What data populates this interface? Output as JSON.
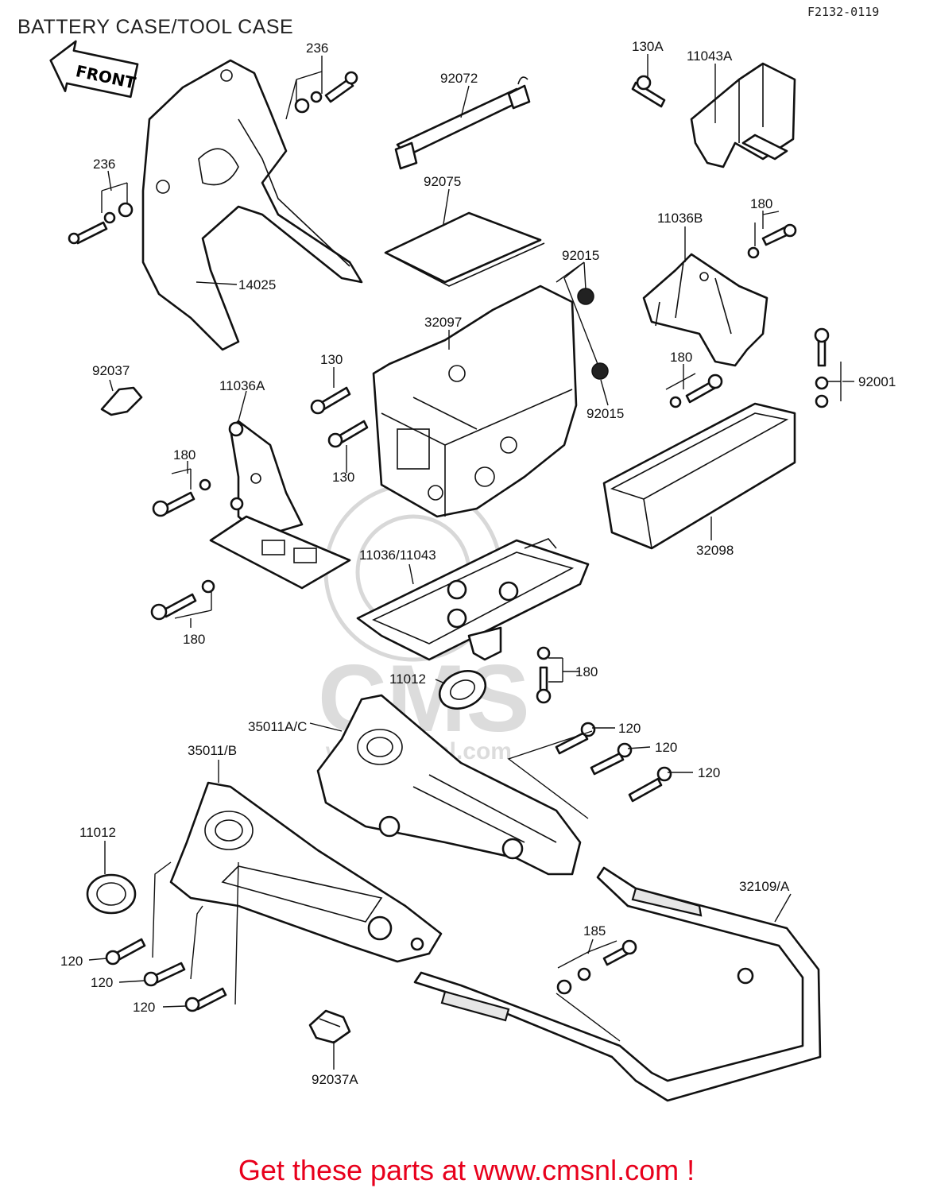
{
  "diagram": {
    "title": "BATTERY CASE/TOOL CASE",
    "figure_code": "F2132-0119",
    "front_arrow": "FRONT",
    "watermark": "CMS",
    "watermark_url": "www.cmsnl.com",
    "promo": "Get these parts at www.cmsnl.com !"
  },
  "parts": [
    {
      "id": "p236a",
      "num": "236"
    },
    {
      "id": "p236b",
      "num": "236"
    },
    {
      "id": "p14025",
      "num": "14025"
    },
    {
      "id": "p92072",
      "num": "92072"
    },
    {
      "id": "p92075",
      "num": "92075"
    },
    {
      "id": "p130A",
      "num": "130A"
    },
    {
      "id": "p11043A",
      "num": "11043A"
    },
    {
      "id": "p11036B",
      "num": "11036B"
    },
    {
      "id": "p180a",
      "num": "180"
    },
    {
      "id": "p92015a",
      "num": "92015"
    },
    {
      "id": "p32097",
      "num": "32097"
    },
    {
      "id": "p92015b",
      "num": "92015"
    },
    {
      "id": "p180b",
      "num": "180"
    },
    {
      "id": "p92001",
      "num": "92001"
    },
    {
      "id": "p92037",
      "num": "92037"
    },
    {
      "id": "p130a",
      "num": "130"
    },
    {
      "id": "p11036A",
      "num": "11036A"
    },
    {
      "id": "p130b",
      "num": "130"
    },
    {
      "id": "p180c",
      "num": "180"
    },
    {
      "id": "p32098",
      "num": "32098"
    },
    {
      "id": "p11036_11043",
      "num": "11036/11043"
    },
    {
      "id": "p180d",
      "num": "180"
    },
    {
      "id": "p180e",
      "num": "180"
    },
    {
      "id": "p11012a",
      "num": "11012"
    },
    {
      "id": "p35011AC",
      "num": "35011A/C"
    },
    {
      "id": "p120a",
      "num": "120"
    },
    {
      "id": "p120b",
      "num": "120"
    },
    {
      "id": "p120c",
      "num": "120"
    },
    {
      "id": "p35011B",
      "num": "35011/B"
    },
    {
      "id": "p11012b",
      "num": "11012"
    },
    {
      "id": "p32109A",
      "num": "32109/A"
    },
    {
      "id": "p185",
      "num": "185"
    },
    {
      "id": "p120d",
      "num": "120"
    },
    {
      "id": "p120e",
      "num": "120"
    },
    {
      "id": "p120f",
      "num": "120"
    },
    {
      "id": "p92037A",
      "num": "92037A"
    }
  ]
}
